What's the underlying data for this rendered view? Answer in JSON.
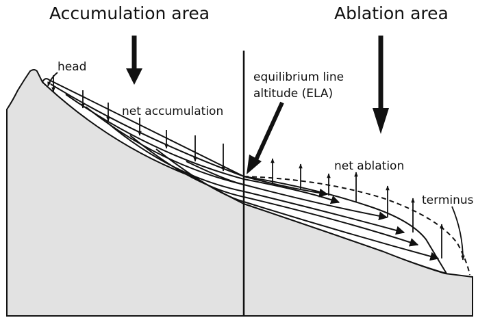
{
  "labels": {
    "accumulation_area": "Accumulation area",
    "ablation_area": "Ablation area",
    "head": "head",
    "net_accumulation": "net accumulation",
    "ela_line1": "equilibrium line",
    "ela_line2": "altitude (ELA)",
    "net_ablation": "net ablation",
    "terminus": "terminus"
  },
  "colors": {
    "bedrock": "#e2e2e2",
    "ice": "#ffffff",
    "ink": "#111111"
  }
}
